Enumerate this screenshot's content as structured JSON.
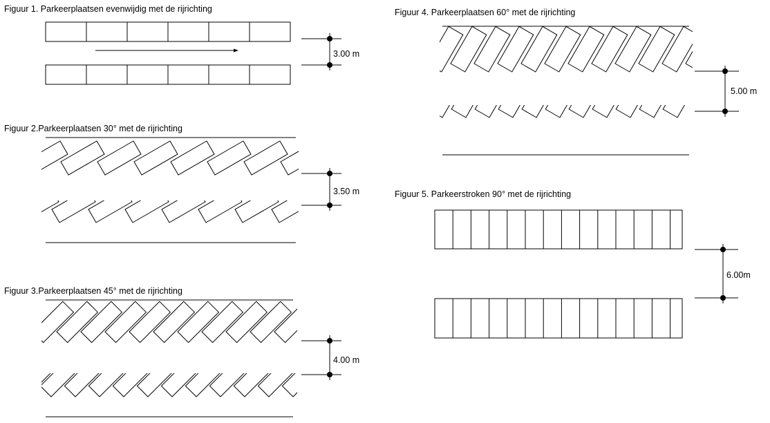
{
  "figures": [
    {
      "id": "fig1",
      "title": "Figuur 1. Parkeerplaatsen  evenwijdig  met de  rijrichting",
      "angle": 0,
      "dimension": "3.00  m"
    },
    {
      "id": "fig2",
      "title": "Figuur 2.Parkeerplaatsen  30°  met de  rijrichting",
      "angle": 30,
      "dimension": "3.50  m"
    },
    {
      "id": "fig3",
      "title": "Figuur 3.Parkeerplaatsen  45°  met de  rijrichting",
      "angle": 45,
      "dimension": "4.00  m"
    },
    {
      "id": "fig4",
      "title": "Figuur 4. Parkeerplaatsen  60°  met de  rijrichting",
      "angle": 60,
      "dimension": "5.00  m"
    },
    {
      "id": "fig5",
      "title": "Figuur 5. Parkeerstroken  90°  met de  rijrichting",
      "angle": 90,
      "dimension": "6.00m"
    }
  ],
  "colors": {
    "line": "#000000",
    "background": "#ffffff"
  }
}
